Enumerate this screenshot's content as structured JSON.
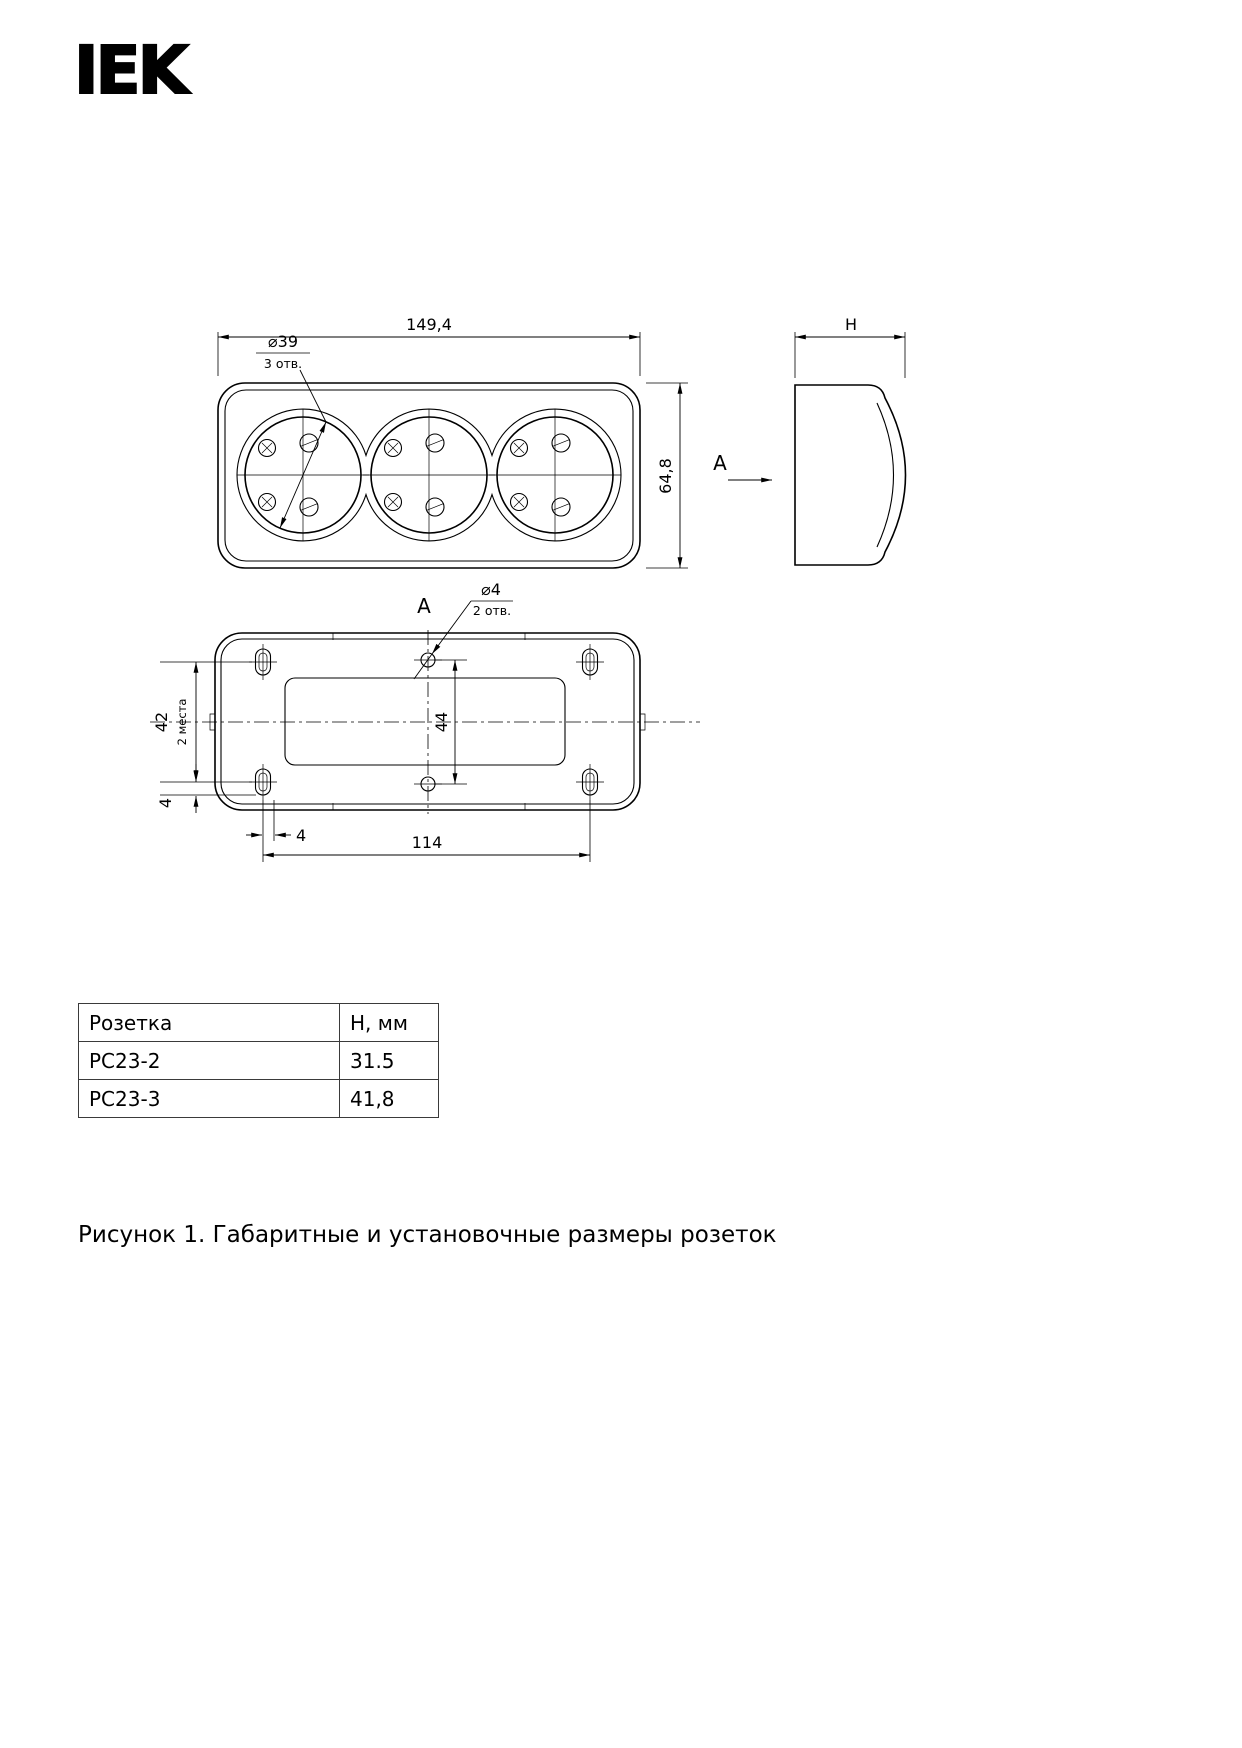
{
  "logo": {
    "text": "IEK"
  },
  "front_view": {
    "dim_width": "149,4",
    "dim_height": "64,8",
    "hole_diameter": "⌀39",
    "hole_count": "3 отв."
  },
  "side_view": {
    "dim_depth": "H",
    "view_arrow": "A"
  },
  "bottom_view": {
    "view_label": "A",
    "hole_diameter": "⌀4",
    "hole_count": "2 отв.",
    "dim_slot_span": "42",
    "dim_slot_span_note": "2 места",
    "dim_hole_span": "44",
    "dim_slot_offset_v": "4",
    "dim_slot_offset_h": "4",
    "dim_slot_pitch": "114"
  },
  "table": {
    "headers": [
      "Розетка",
      "Н, мм"
    ],
    "rows": [
      [
        "РС23-2",
        "31.5"
      ],
      [
        "РС23-3",
        "41,8"
      ]
    ]
  },
  "page": {
    "caption": "Рисунок 1. Габаритные и установочные размеры розеток"
  }
}
